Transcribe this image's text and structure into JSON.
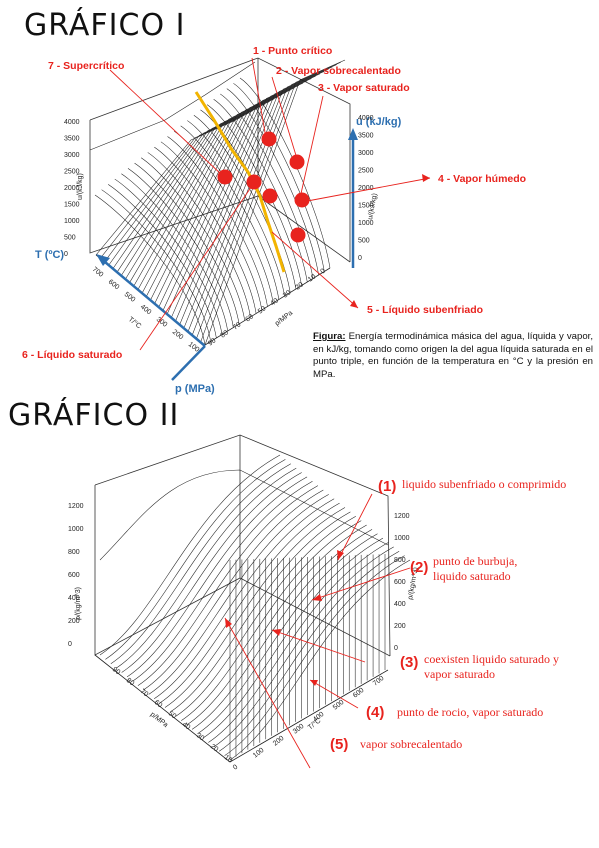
{
  "chart1": {
    "title": "GRÁFICO I",
    "labels": {
      "l1": "1 - Punto crítico",
      "l2": "2 - Vapor sobrecalentado",
      "l3": "3 - Vapor saturado",
      "l4": "4 - Vapor húmedo",
      "l5": "5 - Líquido subenfriado",
      "l6": "6 - Líquido saturado",
      "l7": "7 - Supercrítico"
    },
    "axis": {
      "u": "u (kJ/kg)",
      "t": "T (ºC)",
      "p": "p (MPa)",
      "t_tick": "T/°C",
      "p_tick": "p/MPa",
      "u_tick": "u/(kJ/kg)"
    },
    "u_ticks": [
      "4000",
      "3500",
      "3000",
      "2500",
      "2000",
      "1500",
      "1000",
      "500",
      "0"
    ],
    "t_ticks": [
      "700",
      "600",
      "500",
      "400",
      "300",
      "200",
      "100"
    ],
    "p_ticks": [
      "90",
      "80",
      "70",
      "60",
      "50",
      "40",
      "30",
      "20",
      "10",
      "0"
    ],
    "caption_head": "Figura:",
    "caption_body": " Energía termodinámica másica del agua, líquida y vapor, en kJ/kg, tomando como origen la del agua líquida saturada en el punto triple, en función de la temperatura en °C y la presión en MPa."
  },
  "chart2": {
    "title": "GRÁFICO II",
    "labels": {
      "n1": "(1)",
      "t1": "liquido subenfriado o comprimido",
      "n2": "(2)",
      "t2a": "punto de burbuja,",
      "t2b": "liquido saturado",
      "n3": "(3)",
      "t3a": "coexisten liquido saturado y",
      "t3b": "vapor saturado",
      "n4": "(4)",
      "t4": "punto de rocio, vapor saturado",
      "n5": "(5)",
      "t5": "vapor sobrecalentado"
    },
    "axis": {
      "rho": "ρ/(kg/m^3)",
      "p": "p/MPa",
      "t": "T/°C"
    },
    "rho_ticks": [
      "1200",
      "1000",
      "800",
      "600",
      "400",
      "200",
      "0"
    ],
    "p_ticks": [
      "90",
      "80",
      "70",
      "60",
      "50",
      "40",
      "30",
      "20",
      "10"
    ],
    "t_ticks": [
      "0",
      "100",
      "200",
      "300",
      "400",
      "500",
      "600",
      "700"
    ]
  },
  "colors": {
    "red": "#e8231e",
    "blue": "#2d6fb0",
    "orange": "#f2b400"
  }
}
